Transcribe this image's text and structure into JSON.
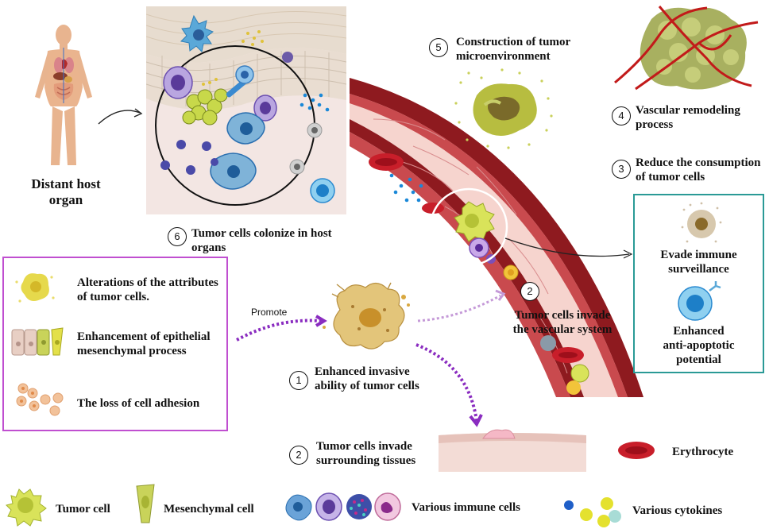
{
  "host": {
    "label_line1": "Distant host",
    "label_line2": "organ"
  },
  "steps": {
    "s1": {
      "num": "1",
      "line1": "Enhanced invasive",
      "line2": "ability of tumor cells"
    },
    "s2a": {
      "num": "2",
      "line1": "Tumor cells invade",
      "line2": "the vascular system"
    },
    "s2b": {
      "num": "2",
      "line1": "Tumor cells invade",
      "line2": "surrounding tissues"
    },
    "s3": {
      "num": "3",
      "line1": "Reduce the consumption",
      "line2": "of tumor cells"
    },
    "s4": {
      "num": "4",
      "line1": "Vascular remodeling",
      "line2": "process"
    },
    "s5": {
      "num": "5",
      "line1": "Construction of tumor",
      "line2": "microenvironment"
    },
    "s6": {
      "num": "6",
      "line1": "Tumor cells colonize in host",
      "line2": "organs"
    }
  },
  "promote_label": "Promote",
  "attributes_panel": {
    "item1_line1": "Alterations of the attributes",
    "item1_line2": "of tumor cells.",
    "item2_line1": "Enhancement of epithelial",
    "item2_line2": "mesenchymal process",
    "item3": "The loss of cell adhesion"
  },
  "evade_panel": {
    "evade_line1": "Evade immune",
    "evade_line2": "surveillance",
    "anti_line1": "Enhanced",
    "anti_line2": "anti-apoptotic",
    "anti_line3": "potential"
  },
  "legend": {
    "erythrocyte": "Erythrocyte",
    "tumor_cell": "Tumor cell",
    "mesenchymal_cell": "Mesenchymal cell",
    "immune_cells": "Various immune cells",
    "cytokines": "Various cytokines"
  },
  "colors": {
    "vessel_wall": "#8e1a1f",
    "vessel_inner": "#c94a4e",
    "vessel_lumen": "#f4c9c4",
    "erythrocyte": "#c81e2a",
    "tumor": "#c8d84a",
    "purple_border": "#c04fd0",
    "teal_border": "#2a9a96",
    "promote_arrow": "#8a2cc0"
  }
}
